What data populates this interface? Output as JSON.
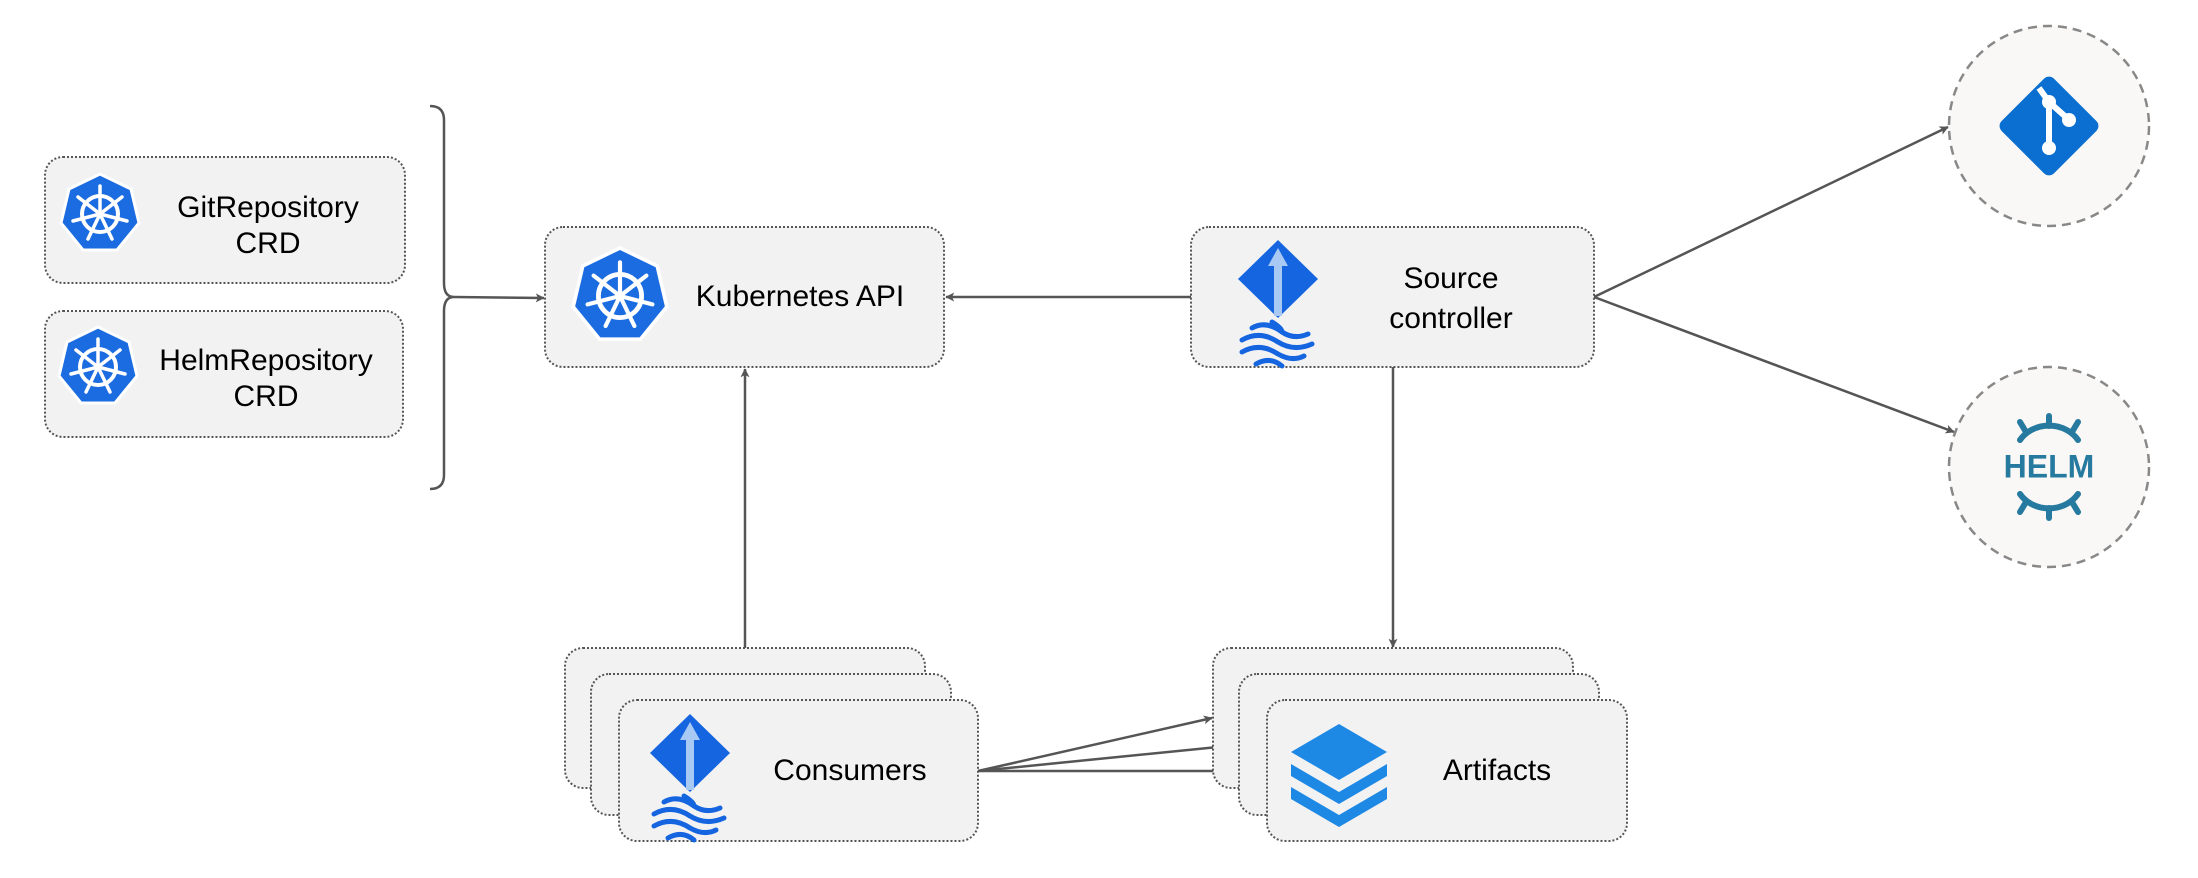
{
  "nodes": {
    "git_repository": {
      "line1": "GitRepository",
      "line2": "CRD",
      "icon": "kubernetes-icon"
    },
    "helm_repository": {
      "line1": "HelmRepository",
      "line2": "CRD",
      "icon": "kubernetes-icon"
    },
    "kubernetes_api": {
      "label": "Kubernetes API",
      "icon": "kubernetes-icon"
    },
    "source_controller": {
      "line1": "Source",
      "line2": "controller",
      "icon": "flux-icon"
    },
    "consumers": {
      "label": "Consumers",
      "icon": "flux-icon"
    },
    "artifacts": {
      "label": "Artifacts",
      "icon": "layers-icon"
    },
    "git": {
      "icon": "git-icon"
    },
    "helm": {
      "logo_text": "HELM",
      "icon": "helm-icon"
    }
  },
  "edges": [
    {
      "from": "git_repository+helm_repository",
      "to": "kubernetes_api"
    },
    {
      "from": "source_controller",
      "to": "kubernetes_api"
    },
    {
      "from": "consumers",
      "to": "kubernetes_api"
    },
    {
      "from": "source_controller",
      "to": "git"
    },
    {
      "from": "source_controller",
      "to": "helm"
    },
    {
      "from": "source_controller",
      "to": "artifacts"
    },
    {
      "from": "consumers",
      "to": "artifacts"
    }
  ],
  "colors": {
    "k8s_blue": "#1b6ce0",
    "flux_blue": "#1565e0",
    "git_blue": "#0a6fd0",
    "helm_teal": "#277a9f",
    "layers_blue": "#1e88e5",
    "box_fill": "#f2f2f2",
    "edge": "#555555"
  }
}
